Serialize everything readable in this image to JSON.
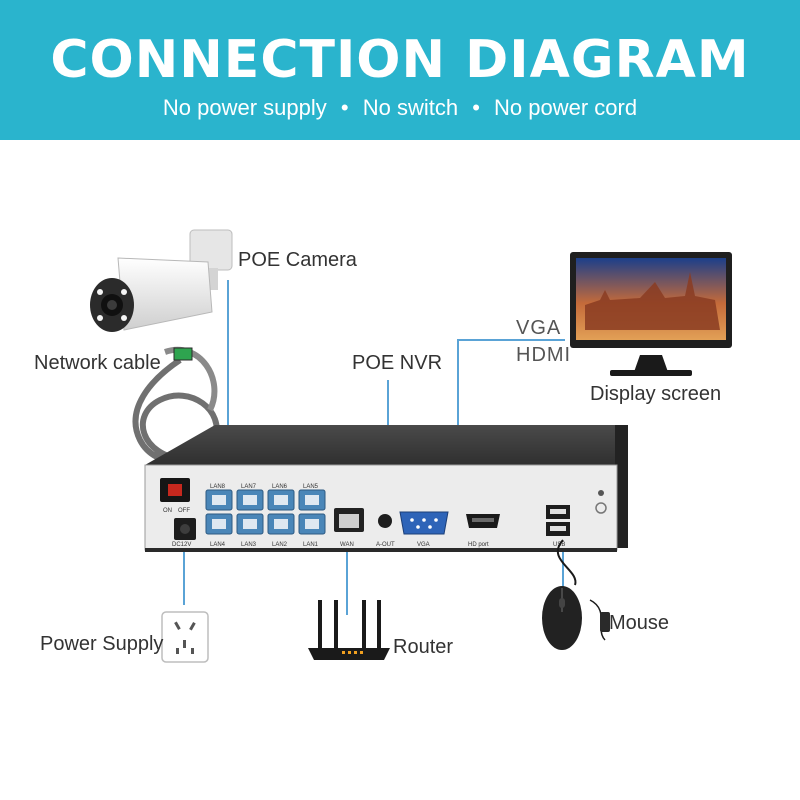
{
  "header": {
    "title": "CONNECTION  DIAGRAM",
    "features": [
      "No power supply",
      "No switch",
      "No power cord"
    ],
    "bullet": "•"
  },
  "labels": {
    "poe_camera": "POE Camera",
    "network_cable": "Network cable",
    "poe_nvr": "POE NVR",
    "vga": "VGA",
    "hdmi": "HDMI",
    "display_screen": "Display screen",
    "power_supply": "Power Supply",
    "router": "Router",
    "mouse": "Mouse"
  },
  "nvr_panel": {
    "switch_labels": [
      "ON",
      "OFF"
    ],
    "dc_label": "DC12V",
    "lan_top": [
      "LAN8",
      "LAN7",
      "LAN6",
      "LAN5"
    ],
    "lan_bottom": [
      "LAN4",
      "LAN3",
      "LAN2",
      "LAN1"
    ],
    "wan": "WAN",
    "audio_out": "A-OUT",
    "vga_port": "VGA",
    "hd_port": "HD port",
    "usb": "USB"
  },
  "colors": {
    "banner": "#2ab4cd",
    "connector_line": "#5aa3d6",
    "nvr_body": "#3a3a3a",
    "panel": "#ececec",
    "lan_port": "#4a86b8"
  }
}
